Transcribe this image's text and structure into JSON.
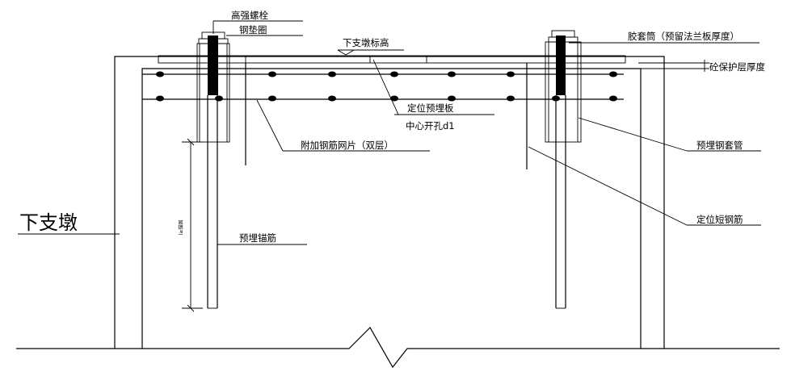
{
  "labels": {
    "high_strength_bolt": "高强螺栓",
    "steel_washer": "钢垫圈",
    "lower_pier_elevation": "下支墩标高",
    "rubber_sleeve": "胶套筒（预留法兰板厚度）",
    "concrete_cover": "砼保护层厚度",
    "positioning_plate": "定位预埋板",
    "center_hole": "中心开孔d1",
    "additional_mesh": "附加钢筋网片（双层）",
    "embedded_steel_sleeve": "预埋钢套管",
    "positioning_short_bar": "定位短钢筋",
    "embedded_anchor": "预埋锚筋",
    "lower_pier": "下支墩",
    "anchor_length_vertical": "l≥锚固"
  }
}
